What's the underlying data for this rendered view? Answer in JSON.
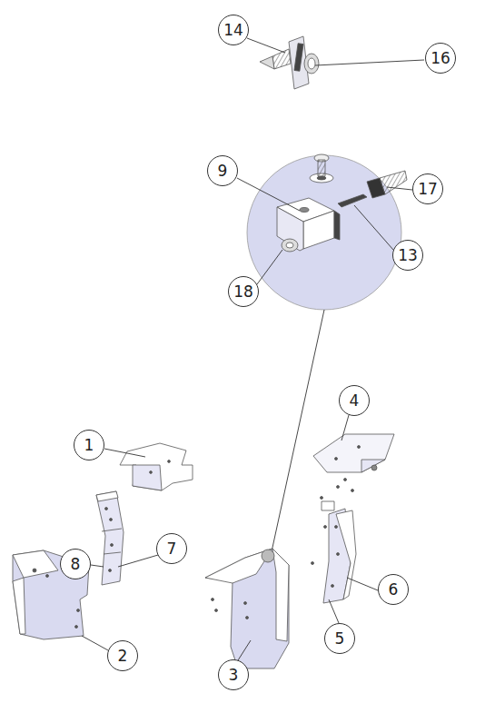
{
  "diagram": {
    "nodes": [
      {
        "text": [
          "14"
        ]
      },
      {
        "text": [
          "16"
        ]
      },
      {
        "text": [
          "9"
        ]
      },
      {
        "text": [
          "17"
        ]
      },
      {
        "text": [
          "13"
        ]
      },
      {
        "text": [
          "18"
        ]
      },
      {
        "text": [
          "4"
        ]
      },
      {
        "text": [
          "1"
        ]
      },
      {
        "text": [
          "6"
        ]
      },
      {
        "text": [
          "7"
        ]
      },
      {
        "text": [
          "8"
        ]
      },
      {
        "text": [
          "5"
        ]
      },
      {
        "text": [
          "2"
        ]
      },
      {
        "text": [
          "3"
        ]
      }
    ]
  }
}
